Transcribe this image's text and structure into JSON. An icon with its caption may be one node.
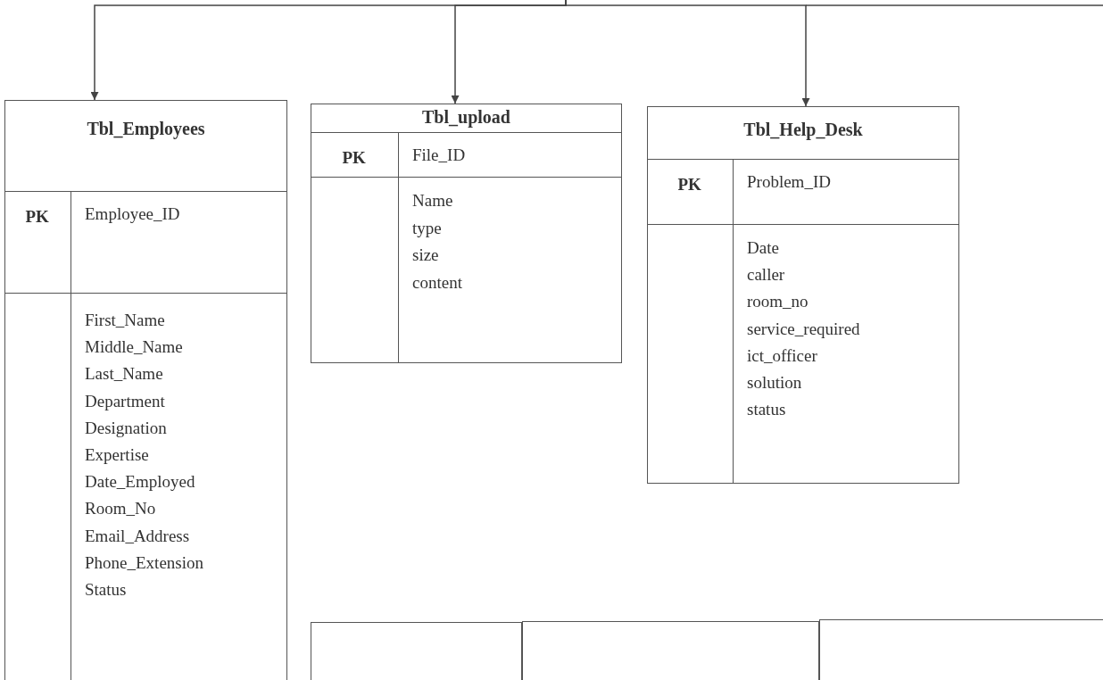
{
  "diagram": {
    "nodes": [
      {
        "text": [
          "Tbl_Employees",
          "PK",
          "Employee_ID",
          "First_Name",
          "Middle_Name",
          "Last_Name",
          "Department",
          "Designation",
          "Expertise",
          "Date_Employed",
          "Room_No",
          "Email_Address",
          "Phone_Extension",
          "Status"
        ]
      },
      {
        "text": [
          "Tbl_upload",
          "PK",
          "File_ID",
          "Name",
          "type",
          "size",
          "content"
        ]
      },
      {
        "text": [
          "Tbl_Help_Desk",
          "PK",
          "Problem_ID",
          "Date",
          "caller",
          "room_no",
          "service_required",
          "ict_officer",
          "solution",
          "status"
        ]
      },
      {
        "text": [],
        "shape": "box"
      },
      {
        "text": [],
        "shape": "box"
      },
      {
        "text": [],
        "shape": "box"
      }
    ],
    "edges": [
      {
        "from": null,
        "to": 0,
        "arrow": "to"
      },
      {
        "from": null,
        "to": 1,
        "arrow": "to"
      },
      {
        "from": null,
        "to": 2,
        "arrow": "to"
      }
    ]
  }
}
